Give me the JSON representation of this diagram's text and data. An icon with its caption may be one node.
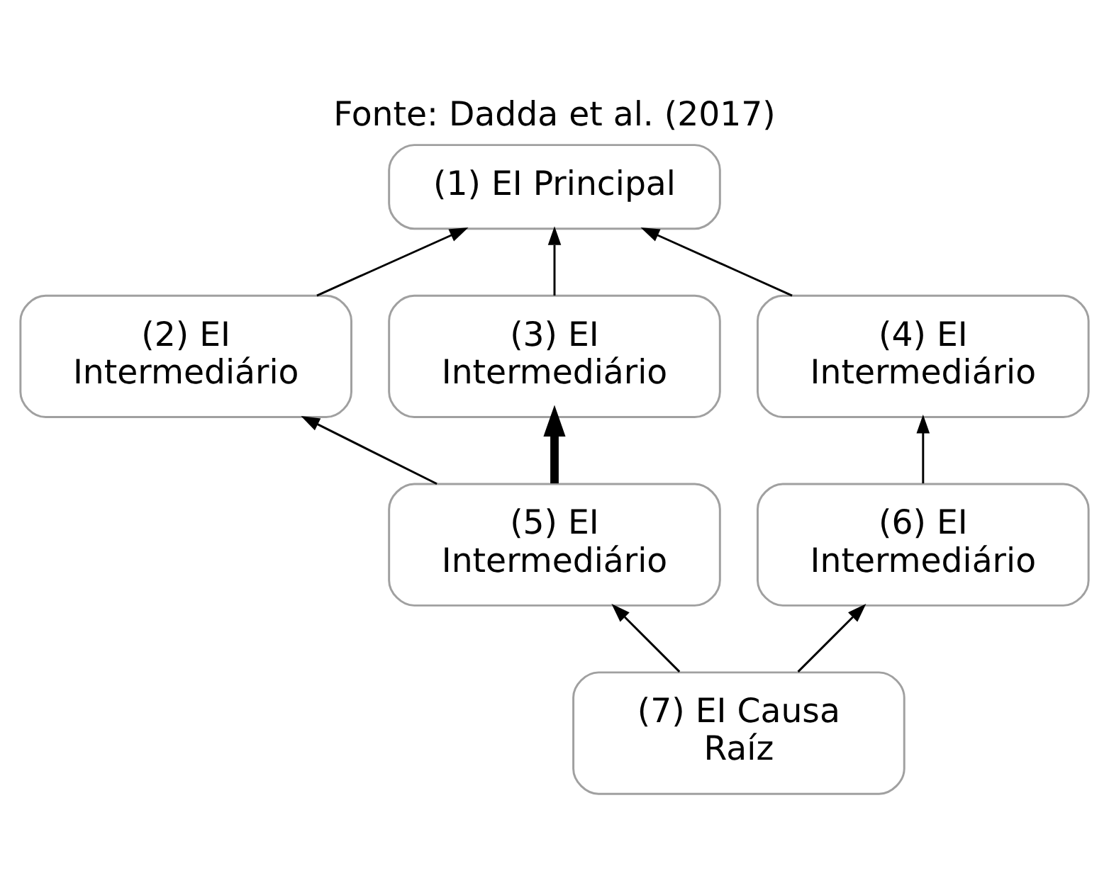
{
  "diagram": {
    "title": "Fonte: Dadda et al. (2017)",
    "nodes": [
      {
        "text": [
          "(1) EI Principal"
        ]
      },
      {
        "text": [
          "(2) EI Intermediário"
        ]
      },
      {
        "text": [
          "(3) EI Intermediário"
        ]
      },
      {
        "text": [
          "(4) EI Intermediário"
        ]
      },
      {
        "text": [
          "(5) EI Intermediário"
        ]
      },
      {
        "text": [
          "(6) EI Intermediário"
        ]
      },
      {
        "text": [
          "(7) EI Causa Raíz"
        ]
      }
    ],
    "edges": [
      {
        "from": 1,
        "to": 0,
        "arrow": "to"
      },
      {
        "from": 2,
        "to": 0,
        "arrow": "to"
      },
      {
        "from": 3,
        "to": 0,
        "arrow": "to"
      },
      {
        "from": 4,
        "to": 1,
        "arrow": "to"
      },
      {
        "from": 4,
        "to": 2,
        "arrow": "to",
        "style": "thick"
      },
      {
        "from": 5,
        "to": 3,
        "arrow": "to"
      },
      {
        "from": 6,
        "to": 4,
        "arrow": "to"
      },
      {
        "from": 6,
        "to": 5,
        "arrow": "to"
      }
    ]
  }
}
